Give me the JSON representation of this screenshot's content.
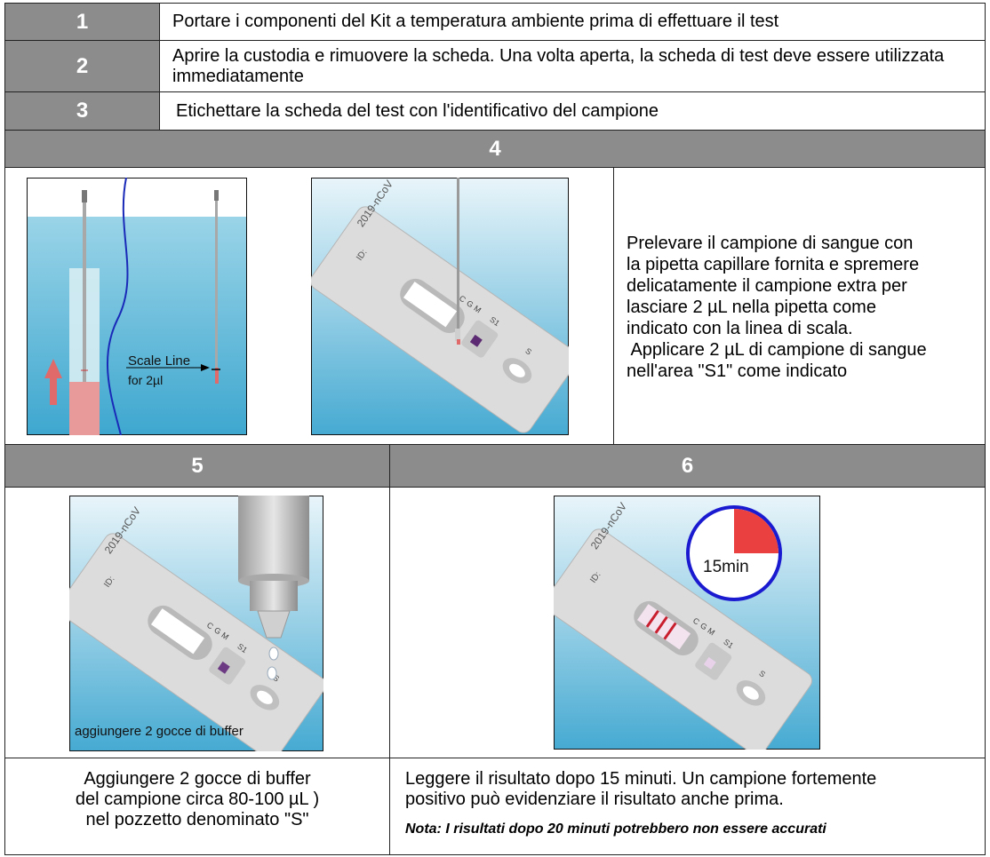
{
  "steps": [
    {
      "number": "1",
      "text": "Portare i componenti del Kit a temperatura ambiente prima di effettuare il test"
    },
    {
      "number": "2",
      "text": "Aprire la custodia e rimuovere la scheda. Una volta aperta, la scheda di test deve essere utilizzata immediatamente"
    },
    {
      "number": "3",
      "text": "Etichettare la scheda del test con l'identificativo del campione"
    }
  ],
  "step4": {
    "number": "4",
    "fig_scale_label": "Scale Line",
    "fig_scale_sub": "for 2µl",
    "card_label": "2019-nCoV",
    "id_label": "ID:",
    "letters": {
      "c": "C",
      "g": "G",
      "m": "M",
      "s1": "S1",
      "s": "S"
    },
    "instructions": [
      "Prelevare il campione di sangue con",
      "la pipetta capillare fornita e spremere",
      "delicatamente il campione extra per",
      "lasciare 2 µL nella pipetta come",
      "indicato con la linea di scala.",
      " Applicare 2 µL di campione di sangue",
      "nell'area \"S1\" come indicato"
    ]
  },
  "step5": {
    "number": "5",
    "caption": "aggiungere 2 gocce di buffer",
    "description": [
      "Aggiungere 2 gocce di buffer",
      "del campione circa 80-100 µL )",
      "nel pozzetto denominato \"S\""
    ]
  },
  "step6": {
    "number": "6",
    "timer_label": "15min",
    "description": [
      "Leggere il risultato dopo 15 minuti. Un campione fortemente",
      "positivo può evidenziare il risultato anche prima."
    ],
    "note": "Nota: I risultati dopo 20 minuti potrebbero non essere accurati"
  },
  "colors": {
    "header_gray": "#8c8c8c",
    "sky_top": "#ffffff",
    "sky_bottom": "#2e9fc9",
    "blood": "#e86a6a",
    "timer_blue": "#1a1ad0",
    "timer_red": "#ea4040"
  }
}
